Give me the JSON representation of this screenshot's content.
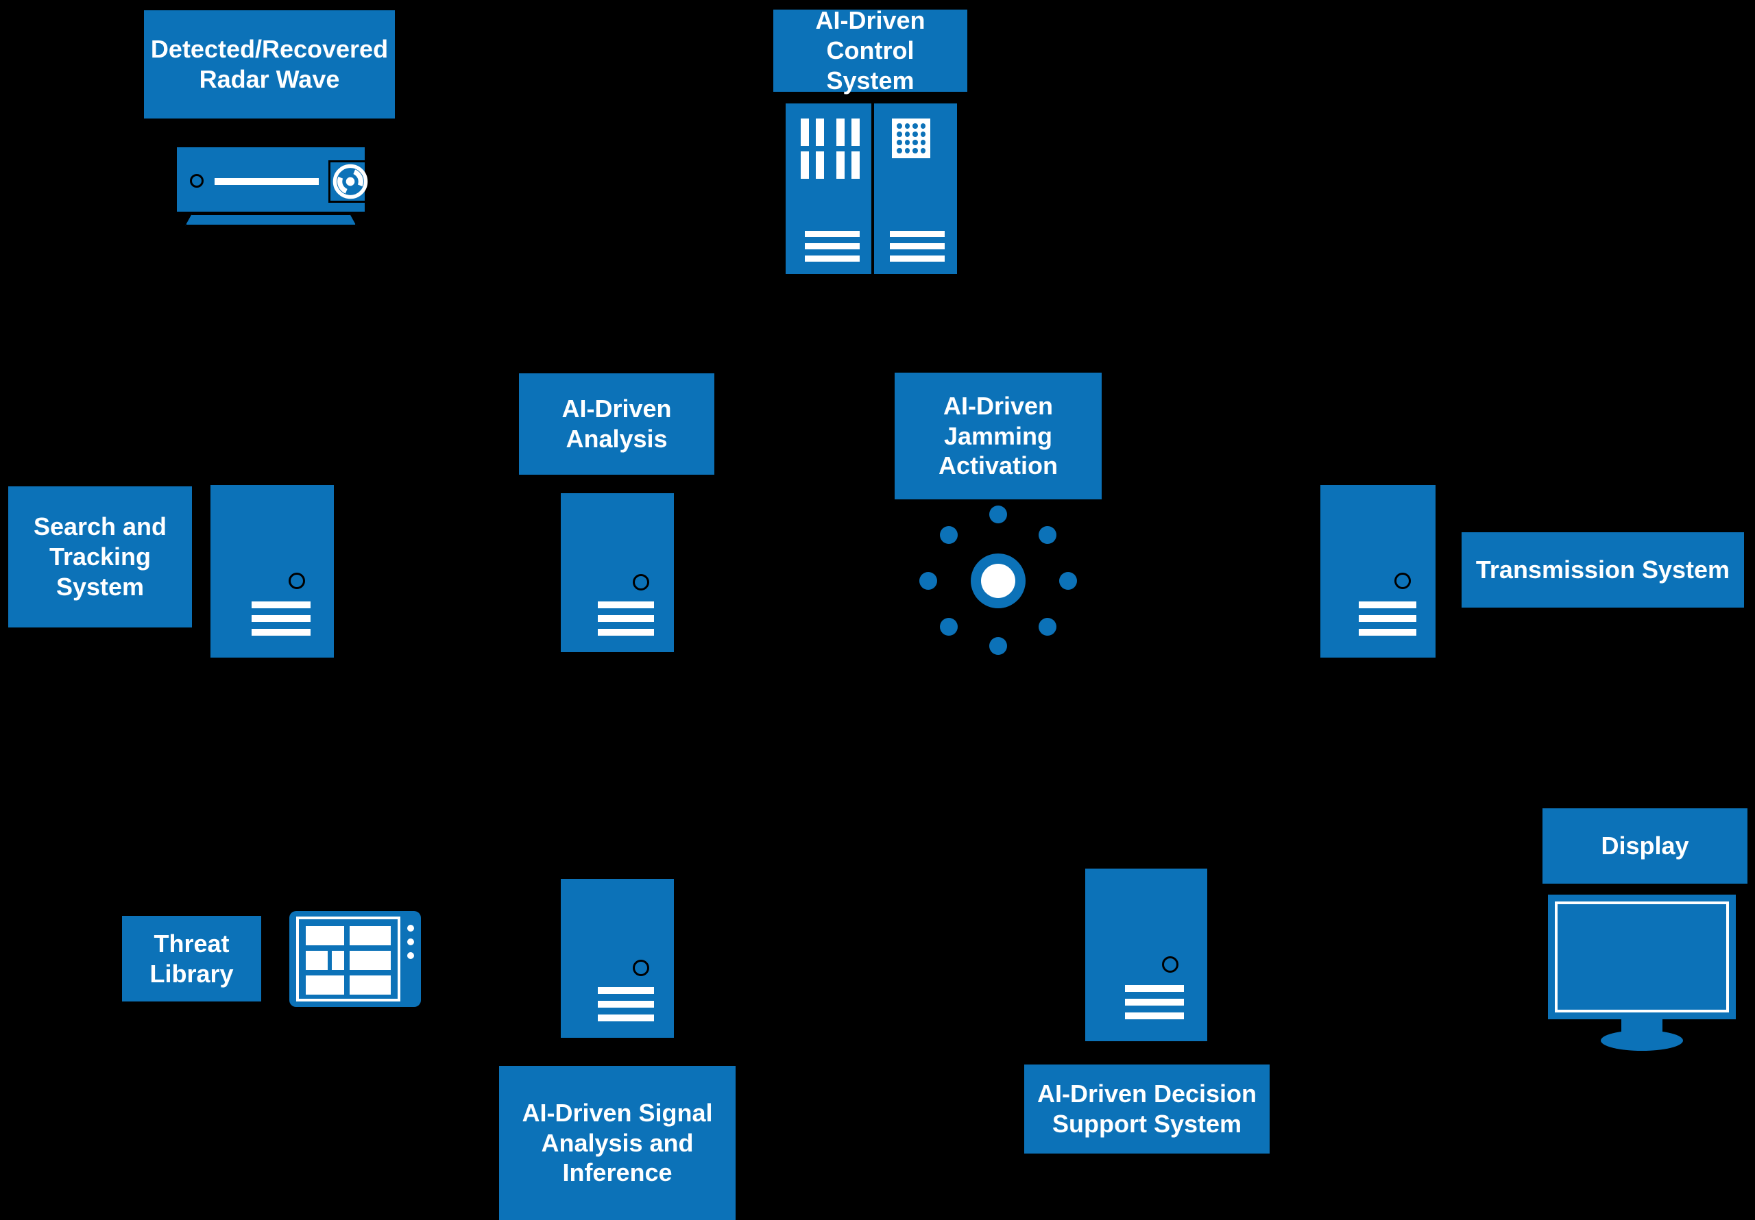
{
  "diagram": {
    "title": "AI-Driven Electronic Warfare System Block Diagram",
    "background_color": "#000000",
    "accent_color": "#0c72b8",
    "text_color": "#ffffff"
  },
  "labels": {
    "detected_radar_wave": "Detected/Recovered\nRadar Wave",
    "ai_control_system": "AI-Driven\nControl System",
    "search_tracking_system": "Search and\nTracking\nSystem",
    "ai_analysis": "AI-Driven\nAnalysis",
    "ai_jamming_activation": "AI-Driven\nJamming\nActivation",
    "transmission_system": "Transmission System",
    "threat_library": "Threat\nLibrary",
    "ai_signal_analysis": "AI-Driven Signal\nAnalysis and\nInference",
    "ai_decision_support": "AI-Driven Decision\nSupport System",
    "display": "Display"
  },
  "icons": {
    "radar_receiver": "radar-receiver-icon",
    "rack_cabinet": "server-rack-cabinet-icon",
    "server_tower_search": "server-tower-icon",
    "server_tower_analysis": "server-tower-icon",
    "jammer_radial": "jamming-radial-icon",
    "server_tower_transmission": "server-tower-icon",
    "tablet_library": "tablet-database-icon",
    "server_tower_signal": "server-tower-icon",
    "server_tower_decision": "server-tower-icon",
    "monitor_display": "monitor-display-icon"
  }
}
